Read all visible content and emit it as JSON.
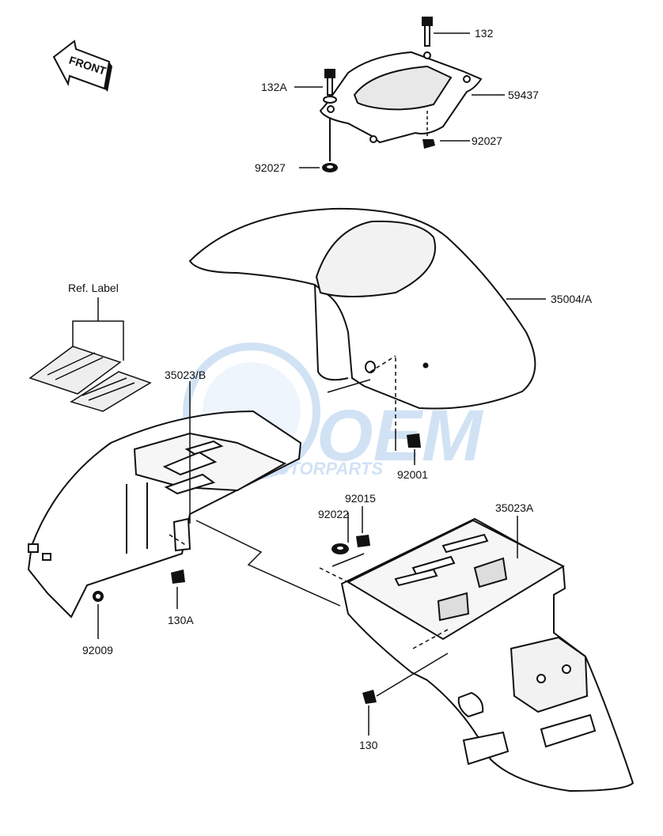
{
  "front_arrow": {
    "text": "FRONT"
  },
  "ref_label": {
    "text": "Ref. Label"
  },
  "watermark": {
    "brand": "OEM",
    "tagline": "MOTORPARTS",
    "color": "#4a90d9"
  },
  "callouts": [
    {
      "id": "c132",
      "text": "132"
    },
    {
      "id": "c132a",
      "text": "132A"
    },
    {
      "id": "c59437",
      "text": "59437"
    },
    {
      "id": "c92027r",
      "text": "92027"
    },
    {
      "id": "c92027l",
      "text": "92027"
    },
    {
      "id": "c35004a",
      "text": "35004/A"
    },
    {
      "id": "c35023b",
      "text": "35023/B"
    },
    {
      "id": "c92001",
      "text": "92001"
    },
    {
      "id": "c92015",
      "text": "92015"
    },
    {
      "id": "c92022",
      "text": "92022"
    },
    {
      "id": "c35023a",
      "text": "35023A"
    },
    {
      "id": "c130a",
      "text": "130A"
    },
    {
      "id": "c92009",
      "text": "92009"
    },
    {
      "id": "c130",
      "text": "130"
    }
  ]
}
